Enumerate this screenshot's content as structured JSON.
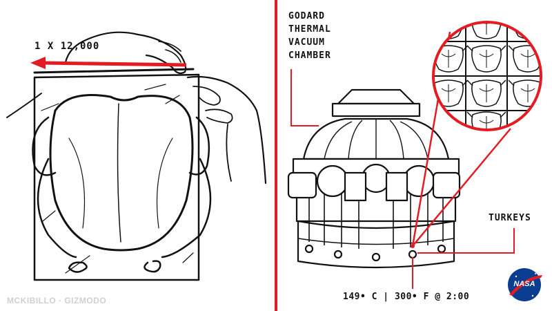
{
  "left_panel": {
    "multiplier_label": "1 X 12,000"
  },
  "right_panel": {
    "chamber_label_lines": [
      "GODARD",
      "THERMAL",
      "VACUUM",
      "CHAMBER"
    ],
    "turkeys_label": "TURKEYS",
    "temperature_label": "149• C | 300• F @ 2:00",
    "logo_text": "NASA"
  },
  "credit": "MCKIBILLO · GIZMODO",
  "colors": {
    "accent": "#e21c22",
    "ink": "#111111",
    "logo_blue": "#0b3d91"
  }
}
